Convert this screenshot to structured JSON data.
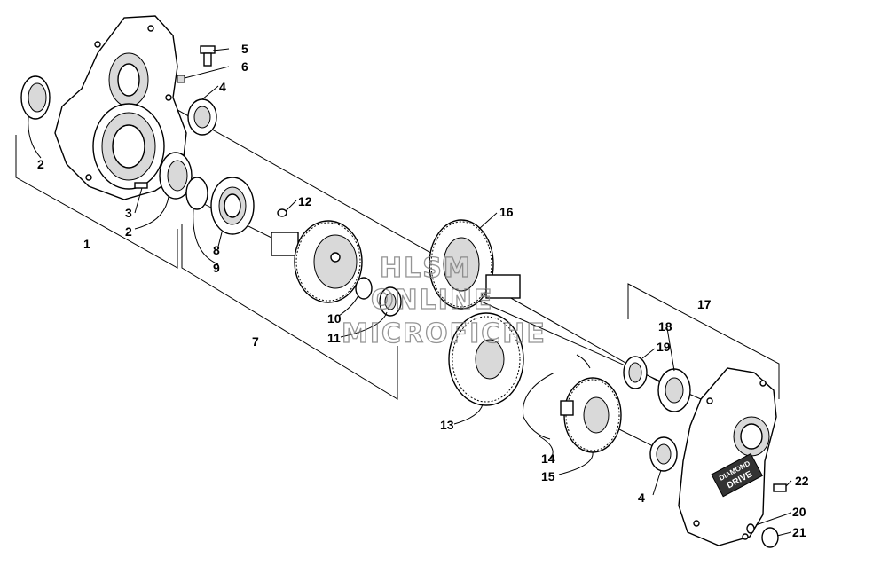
{
  "callouts": {
    "c1": "1",
    "c2a": "2",
    "c2b": "2",
    "c3": "3",
    "c4a": "4",
    "c4b": "4",
    "c5": "5",
    "c6": "6",
    "c7": "7",
    "c8": "8",
    "c9": "9",
    "c10": "10",
    "c11": "11",
    "c12": "12",
    "c13": "13",
    "c14": "14",
    "c15": "15",
    "c16": "16",
    "c17": "17",
    "c18": "18",
    "c19": "19",
    "c20": "20",
    "c21": "21",
    "c22": "22"
  },
  "watermark": {
    "line1": "HLSM",
    "line2": "ONLINE",
    "line3": "MICROFICHE"
  },
  "cover_logo": {
    "line1": "DIAMOND",
    "line2": "DRIVE"
  },
  "colors": {
    "ink": "#000000",
    "background": "#ffffff",
    "watermark": "#7a7a7a"
  }
}
